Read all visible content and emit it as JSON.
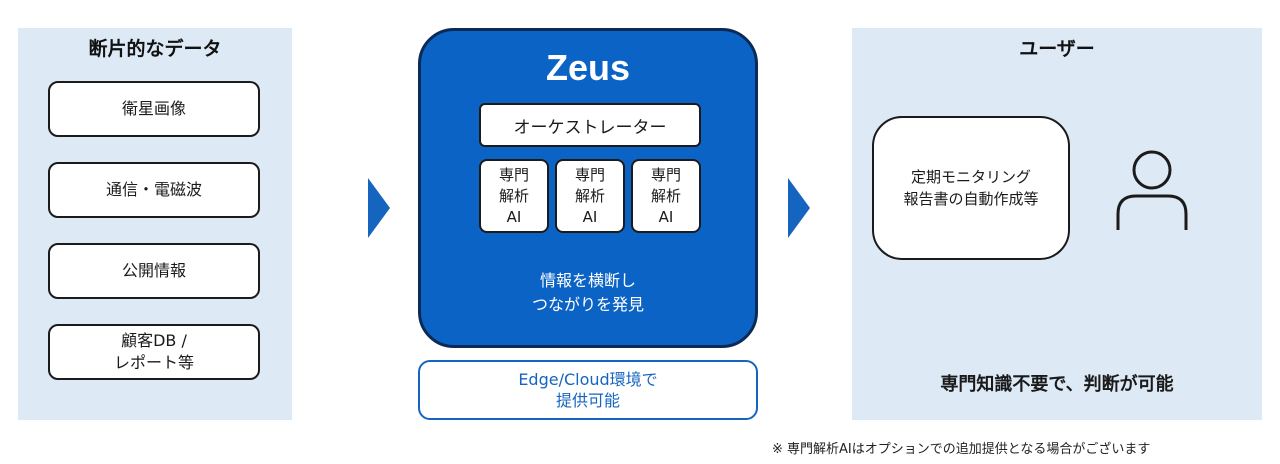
{
  "left_panel": {
    "title": "断片的なデータ",
    "sources": [
      {
        "label": "衛星画像"
      },
      {
        "label": "通信・電磁波"
      },
      {
        "label": "公開情報"
      },
      {
        "label": "顧客DB /\nレポート等"
      }
    ]
  },
  "zeus": {
    "title": "Zeus",
    "orchestrator": "オーケストレーター",
    "modules": [
      {
        "label": "専門\n解析\nAI"
      },
      {
        "label": "専門\n解析\nAI"
      },
      {
        "label": "専門\n解析\nAI"
      }
    ],
    "caption": "情報を横断し\nつながりを発見",
    "deployment": "Edge/Cloud環境で\n提供可能"
  },
  "right_panel": {
    "title": "ユーザー",
    "output": "定期モニタリング\n報告書の自動作成等",
    "conclusion": "専門知識不要で、判断が可能"
  },
  "footnote": "※ 専門解析AIはオプションでの追加提供となる場合がございます",
  "colors": {
    "panel_bg": "#dde9f5",
    "zeus_blue": "#0b63c5",
    "arrow_blue": "#1565c0"
  }
}
